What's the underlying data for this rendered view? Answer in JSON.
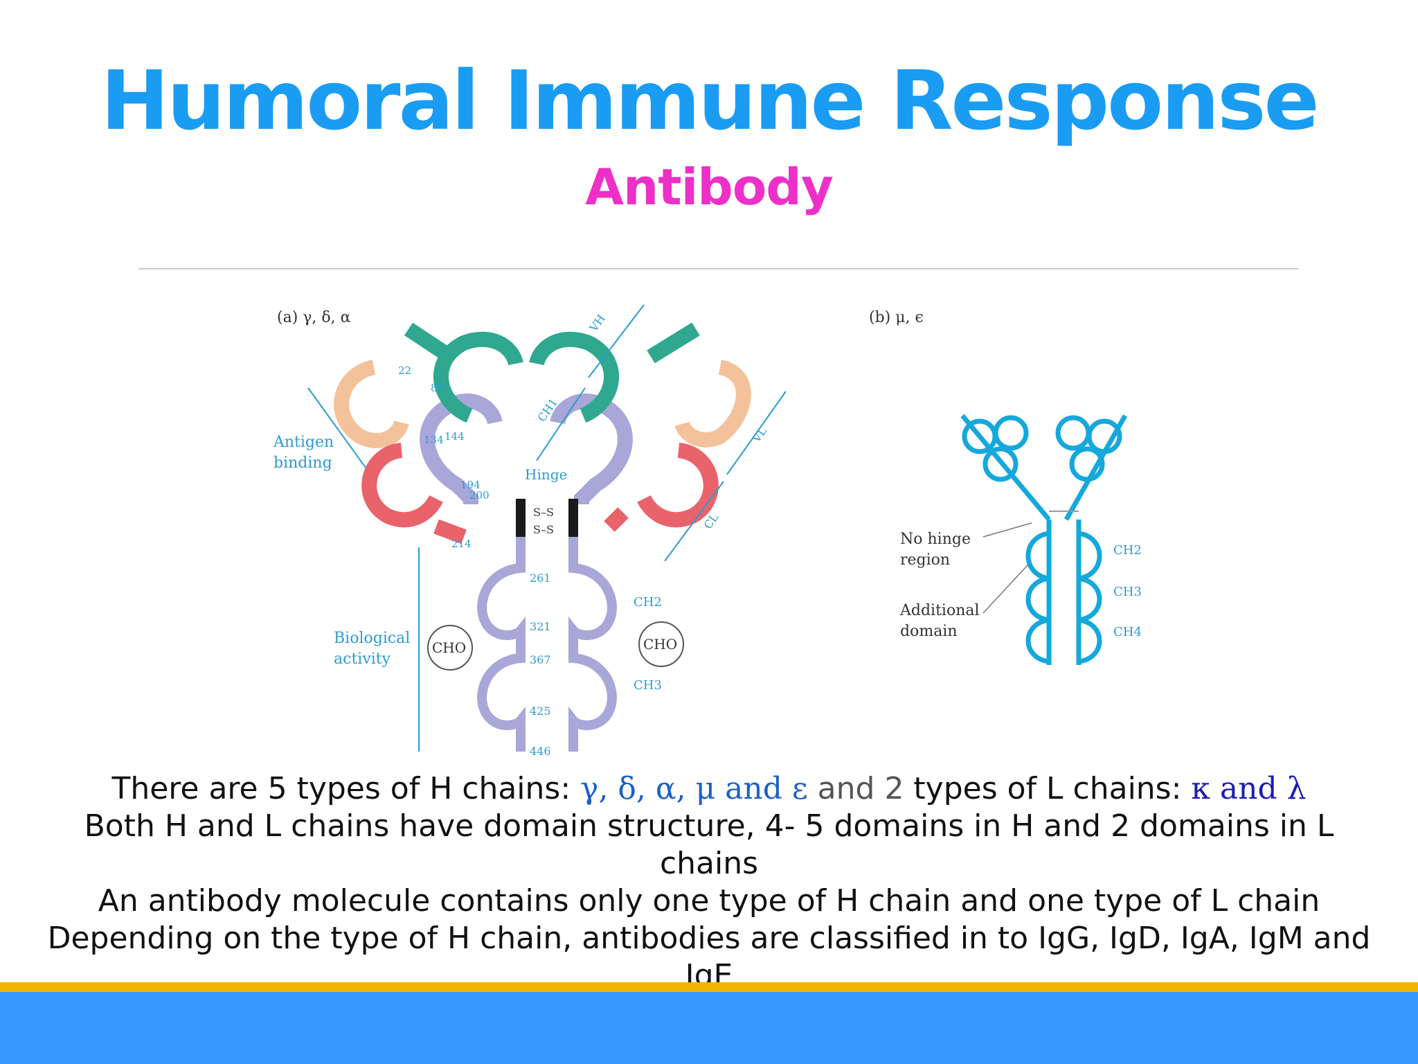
{
  "slide": {
    "title": "Humoral Immune Response",
    "subtitle": "Antibody"
  },
  "figure": {
    "panel_a": {
      "label": "(a) γ, δ, α",
      "antigen_binding": [
        "Antigen",
        "binding"
      ],
      "biological_activity": [
        "Biological",
        "activity"
      ],
      "hinge": "Hinge",
      "cho": "CHO",
      "domain_VH": "VH",
      "domain_CH1": "CH1",
      "domain_VL": "VL",
      "domain_CL": "CL",
      "domain_CH2": "CH2",
      "domain_CH3": "CH3",
      "disulfide": "S–S",
      "residues_left": [
        "22",
        "88",
        "134",
        "144",
        "194",
        "200",
        "214"
      ],
      "residues_stem": [
        "261",
        "321",
        "367",
        "425",
        "446"
      ]
    },
    "panel_b": {
      "label": "(b) μ, ϵ",
      "no_hinge": [
        "No hinge",
        "region"
      ],
      "additional": [
        "Additional",
        "domain"
      ],
      "domains": [
        "CH2",
        "CH3",
        "CH4"
      ]
    },
    "colors": {
      "teal": "#2fa88f",
      "peach": "#f3c29b",
      "red": "#e9636b",
      "lavender": "#a9a6d8",
      "black": "#1a1a1a",
      "cyan": "#14a8dc",
      "annotation": "#2b9bd1"
    }
  },
  "body": {
    "line1_part1": "There are 5 types of H chains: ",
    "line1_greek_h": "γ, δ, α, μ",
    "line1_and1": " and ",
    "line1_epsilon": "ε",
    "line1_part2": " and 2",
    "line1_part3": " types of L chains: ",
    "line1_kappa": "κ",
    "line1_and2": " and ",
    "line1_lambda": "λ",
    "line2": "Both H and L chains have domain structure, 4- 5 domains in H and 2 domains in L chains",
    "line3": "An antibody molecule contains only one type of H chain and one type of L chain",
    "line4": "Depending on the type of H chain, antibodies are classified in to IgG, IgD, IgA, IgM and IgE"
  }
}
